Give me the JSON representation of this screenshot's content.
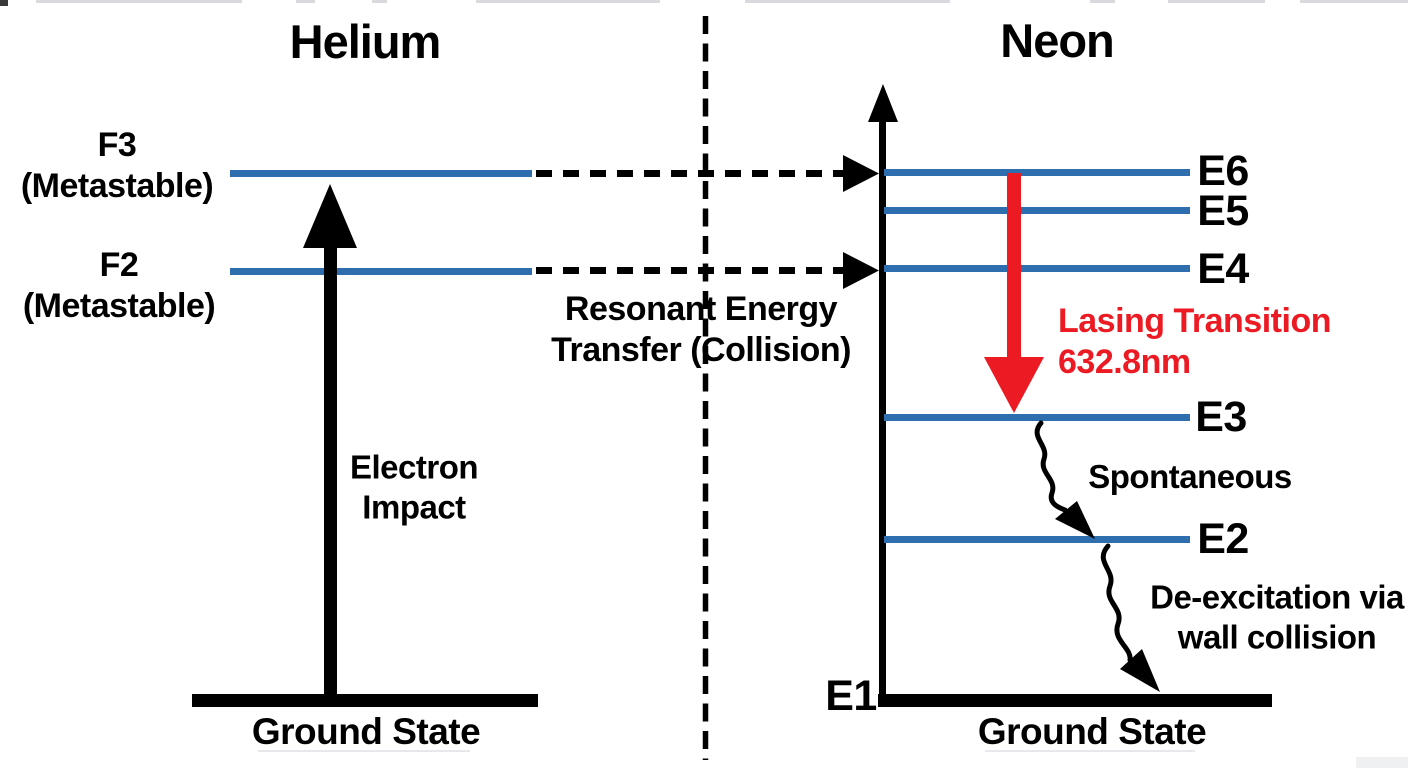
{
  "figure_title": "Helium-Neon laser energy level diagram",
  "colors": {
    "level_blue": "#2E6DAE",
    "laser_red": "#EC1B23",
    "ink_black": "#000000",
    "background": "#FFFFFF"
  },
  "helium": {
    "title": "Helium",
    "levels": [
      {
        "name": "F3",
        "qualifier": "(Metastable)"
      },
      {
        "name": "F2",
        "qualifier": "(Metastable)"
      }
    ],
    "pump_label_line1": "Electron",
    "pump_label_line2": "Impact",
    "ground_label": "Ground State"
  },
  "transfer": {
    "label_line1": "Resonant Energy",
    "label_line2": "Transfer (Collision)"
  },
  "neon": {
    "title": "Neon",
    "levels": [
      "E6",
      "E5",
      "E4",
      "E3",
      "E2"
    ],
    "ground_level": "E1",
    "ground_label": "Ground State",
    "lasing_label_line1": "Lasing Transition",
    "lasing_label_line2": "632.8nm",
    "spontaneous_label": "Spontaneous",
    "deexcitation_line1": "De-excitation via",
    "deexcitation_line2": "wall collision"
  }
}
